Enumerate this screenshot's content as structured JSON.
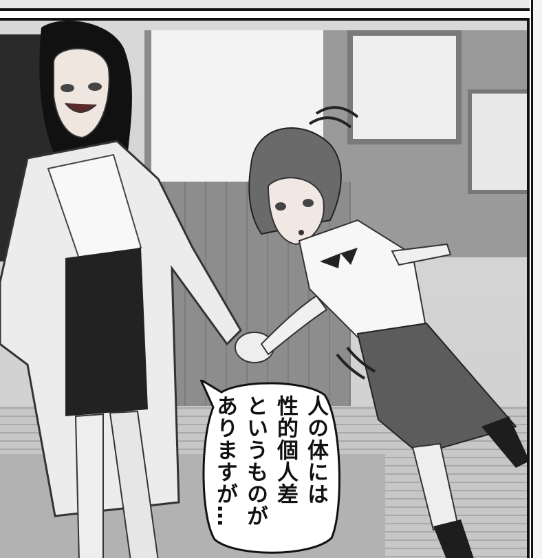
{
  "speech": {
    "lines": [
      "人の体には",
      "性的個人差",
      "というものが",
      "ありますが…"
    ]
  },
  "scene": {
    "characters": [
      "teacher",
      "student"
    ],
    "motion_marks": [
      "motion-lines"
    ]
  }
}
